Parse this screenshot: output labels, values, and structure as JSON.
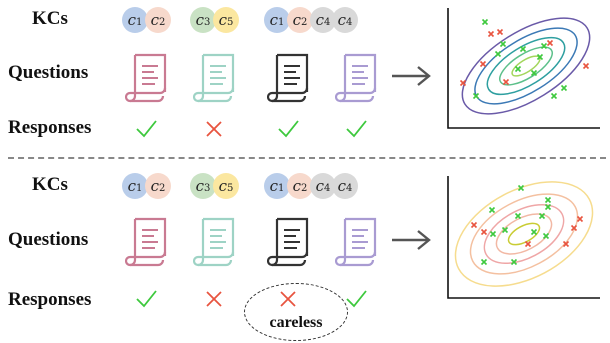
{
  "panels": [
    {
      "labels": {
        "kcs": "KCs",
        "questions": "Questions",
        "responses": "Responses"
      },
      "kc_groups": [
        [
          {
            "name": "c",
            "sub": "1",
            "color": "#b9cdea"
          },
          {
            "name": "c",
            "sub": "2",
            "color": "#f7d9cc"
          }
        ],
        [
          {
            "name": "c",
            "sub": "3",
            "color": "#c9e2c4"
          },
          {
            "name": "c",
            "sub": "5",
            "color": "#fbe7a0"
          }
        ],
        [
          {
            "name": "c",
            "sub": "1",
            "color": "#b9cdea"
          },
          {
            "name": "c",
            "sub": "2",
            "color": "#f7d9cc"
          },
          {
            "name": "c",
            "sub": "4",
            "color": "#d9d9d9"
          }
        ],
        [
          {
            "name": "c",
            "sub": "4",
            "color": "#d9d9d9"
          }
        ]
      ],
      "question_icons": [
        {
          "icon": "scroll-document-icon",
          "color": "#c97a92"
        },
        {
          "icon": "scroll-document-icon",
          "color": "#9ed3c5"
        },
        {
          "icon": "scroll-document-icon",
          "color": "#333333"
        },
        {
          "icon": "scroll-document-icon",
          "color": "#a99bd2"
        }
      ],
      "responses": [
        "correct",
        "incorrect",
        "correct",
        "correct"
      ],
      "contour_colors": [
        "#6a5aa8",
        "#3b79b5",
        "#2e9fa0",
        "#5cc08a",
        "#a3d65c"
      ]
    },
    {
      "labels": {
        "kcs": "KCs",
        "questions": "Questions",
        "responses": "Responses"
      },
      "kc_groups": [
        [
          {
            "name": "c",
            "sub": "1",
            "color": "#b9cdea"
          },
          {
            "name": "c",
            "sub": "2",
            "color": "#f7d9cc"
          }
        ],
        [
          {
            "name": "c",
            "sub": "3",
            "color": "#c9e2c4"
          },
          {
            "name": "c",
            "sub": "5",
            "color": "#fbe7a0"
          }
        ],
        [
          {
            "name": "c",
            "sub": "1",
            "color": "#b9cdea"
          },
          {
            "name": "c",
            "sub": "2",
            "color": "#f7d9cc"
          },
          {
            "name": "c",
            "sub": "4",
            "color": "#d9d9d9"
          }
        ],
        [
          {
            "name": "c",
            "sub": "4",
            "color": "#d9d9d9"
          }
        ]
      ],
      "question_icons": [
        {
          "icon": "scroll-document-icon",
          "color": "#c97a92"
        },
        {
          "icon": "scroll-document-icon",
          "color": "#9ed3c5"
        },
        {
          "icon": "scroll-document-icon",
          "color": "#333333"
        },
        {
          "icon": "scroll-document-icon",
          "color": "#a99bd2"
        }
      ],
      "responses": [
        "correct",
        "incorrect",
        "incorrect",
        "correct"
      ],
      "careless_label": "careless",
      "contour_colors": [
        "#f6dc8e",
        "#f4c0a0",
        "#efa6a6",
        "#f2b8a4",
        "#c9cc33"
      ]
    }
  ],
  "colors": {
    "correct": "#3ec93e",
    "incorrect": "#e8543f",
    "arrow": "#555555",
    "axis": "#111111"
  },
  "icons": {
    "correct": "check-icon",
    "incorrect": "cross-icon",
    "arrow": "arrow-right-icon"
  }
}
